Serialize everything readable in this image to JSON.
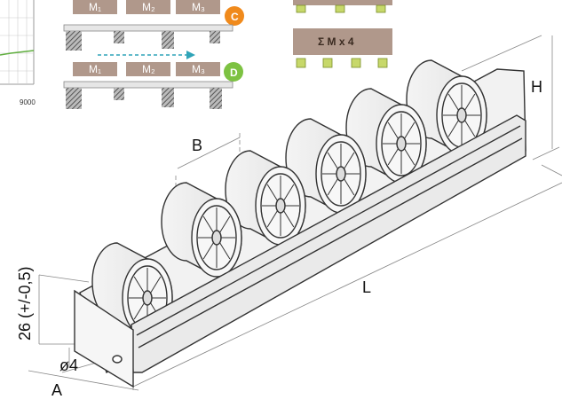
{
  "chart_fragment": {
    "tick_label": "9000"
  },
  "load_diagram": {
    "row_c": {
      "blocks": [
        "M₁",
        "M₂",
        "M₃"
      ],
      "badge": "C"
    },
    "row_d": {
      "blocks": [
        "M₁",
        "M₂",
        "M₃"
      ],
      "badge": "D"
    },
    "sum_box": "Σ M x 4",
    "colors": {
      "block": "#b0988b",
      "badge_c": "#f08a1c",
      "badge_d": "#7dc242",
      "arrow": "#2fa4b8",
      "support": "#8fbf3f"
    }
  },
  "dimensions": {
    "height": "H",
    "pitch": "B",
    "length": "L",
    "roller_height": "26 (+/-0,5)",
    "hole": "ø4",
    "width": "A"
  }
}
